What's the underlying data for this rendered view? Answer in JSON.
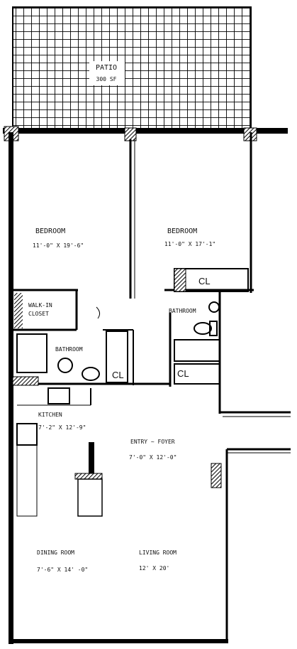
{
  "patio": {
    "name": "PATIO",
    "area": "300 SF"
  },
  "rooms": {
    "bedroom_1": {
      "name": "BEDROOM",
      "dims": "11'-0\" X 19'-6\""
    },
    "bedroom_2": {
      "name": "BEDROOM",
      "dims": "11'-0\" X 17'-1\""
    },
    "walk_in_closet": {
      "name_line1": "WALK-IN",
      "name_line2": "CLOSET"
    },
    "bathroom_1": {
      "name": "BATHROOM"
    },
    "bathroom_2": {
      "name": "BATHROOM"
    },
    "kitchen": {
      "name": "KITCHEN",
      "dims": "7'-2\" X 12'-9\""
    },
    "entry_foyer": {
      "name": "ENTRY ~ FOYER",
      "dims": "7'-0\" X 12'-0\""
    },
    "dining_room": {
      "name": "DINING ROOM",
      "dims": "7'-6\" X 14' -0\""
    },
    "living_room": {
      "name": "LIVING ROOM",
      "dims": "12' X 20'"
    }
  },
  "closets": {
    "cl_a": "CL",
    "cl_b": "CL",
    "cl_c": "CL"
  }
}
